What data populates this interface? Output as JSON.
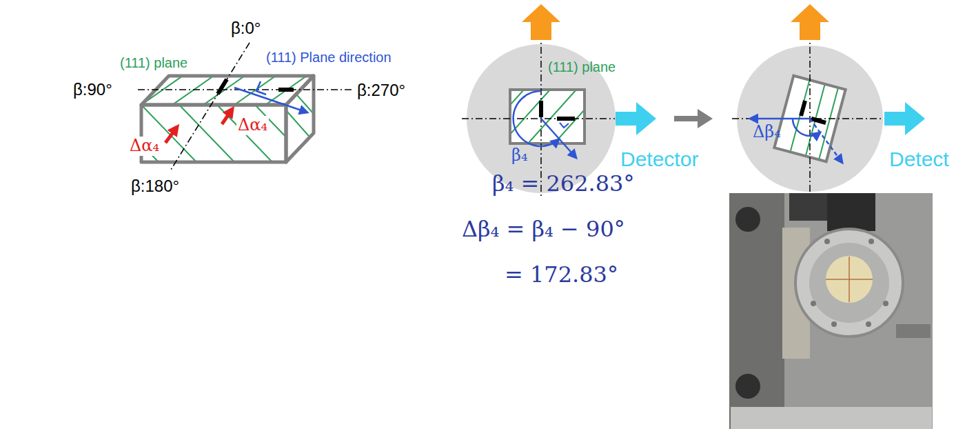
{
  "diagram": {
    "labels": [
      "β:0°",
      "(111) plane",
      "(111) Plane direction",
      "β:90°",
      "β:270°",
      "Δα₄",
      "Δα₄",
      "β:180°",
      "(111) plane",
      "β₄",
      "Detector",
      "β₄ = 262.83°",
      "Δβ₄ = β₄ − 90°",
      "= 172.83°",
      "Δβ₄",
      "Detect"
    ]
  }
}
